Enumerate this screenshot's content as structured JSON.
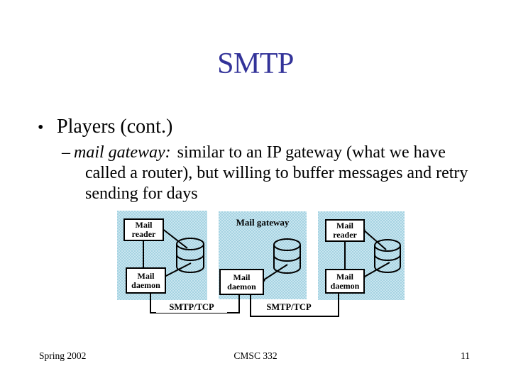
{
  "slide": {
    "title": "SMTP",
    "bullet_marker": "•",
    "bullet_text": "Players (cont.)",
    "sub_bullet": {
      "dash": "–",
      "term": "mail gateway:",
      "line1": "similar to an IP gateway (what we have",
      "line2": "called a router), but willing to buffer messages and retry",
      "line3": "sending for days"
    },
    "footer": {
      "date": "Spring 2002",
      "course": "CMSC 332",
      "page": "11"
    }
  },
  "colors": {
    "title": "#333399",
    "panel_blue": "#b6dbe8",
    "text": "#000000",
    "line": "#000000"
  },
  "diagram": {
    "left_host": {
      "reader": "Mail reader",
      "daemon": "Mail daemon"
    },
    "gateway": {
      "label": "Mail gateway",
      "daemon": "Mail daemon"
    },
    "right_host": {
      "reader": "Mail reader",
      "daemon": "Mail daemon"
    },
    "link1": "SMTP/TCP",
    "link2": "SMTP/TCP"
  }
}
